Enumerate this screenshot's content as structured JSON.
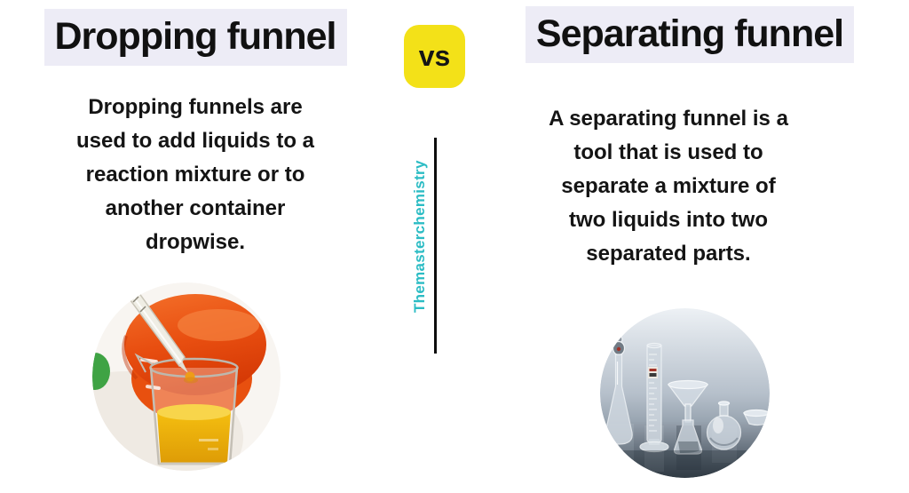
{
  "page": {
    "background": "#ffffff"
  },
  "left_panel": {
    "title": "Dropping funnel",
    "description_lines": [
      "Dropping funnels are",
      "used to add liquids to a",
      "reaction mixture or to",
      "another container",
      "dropwise."
    ]
  },
  "right_panel": {
    "title": "Separating funnel",
    "description_lines": [
      "A separating funnel is a",
      "tool that is used to",
      "separate a mixture of",
      "two liquids into two",
      "separated parts."
    ]
  },
  "divider": {
    "vs_label": "vs",
    "watermark": "Themasterchemistry"
  },
  "colors": {
    "title_highlight": "#EDECF6",
    "vs_badge": "#F3E118",
    "watermark_teal": "#2BBCC4",
    "divider_line": "#0D0D0D",
    "body_text": "#141414"
  }
}
